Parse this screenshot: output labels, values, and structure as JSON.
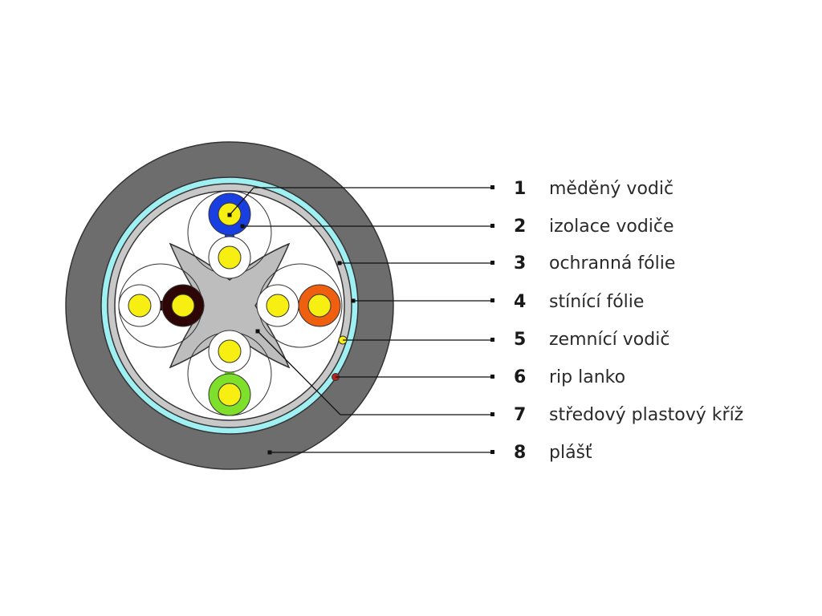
{
  "legend": [
    {
      "number": "1",
      "label": "měděný vodič"
    },
    {
      "number": "2",
      "label": "izolace vodiče"
    },
    {
      "number": "3",
      "label": "ochranná fólie"
    },
    {
      "number": "4",
      "label": "stínící fólie"
    },
    {
      "number": "5",
      "label": "zemnící vodič"
    },
    {
      "number": "6",
      "label": "rip lanko"
    },
    {
      "number": "7",
      "label": "středový plastový kříž"
    },
    {
      "number": "8",
      "label": "plášť"
    }
  ],
  "colors": {
    "jacket": "#6d6d6d",
    "shield_foil": "#9ff0f2",
    "protective_foil": "#c8c8c8",
    "core_background": "#ffffff",
    "cross": "#bdbdbd",
    "copper": "#f7ee12",
    "pair_blue": "#1a3fe0",
    "pair_orange": "#ee5f10",
    "pair_green": "#7ee02a",
    "pair_brown": "#2e0606",
    "drain_wire": "#f7ee12",
    "rip_cord": "#b3261e",
    "leader_line": "#111111"
  }
}
